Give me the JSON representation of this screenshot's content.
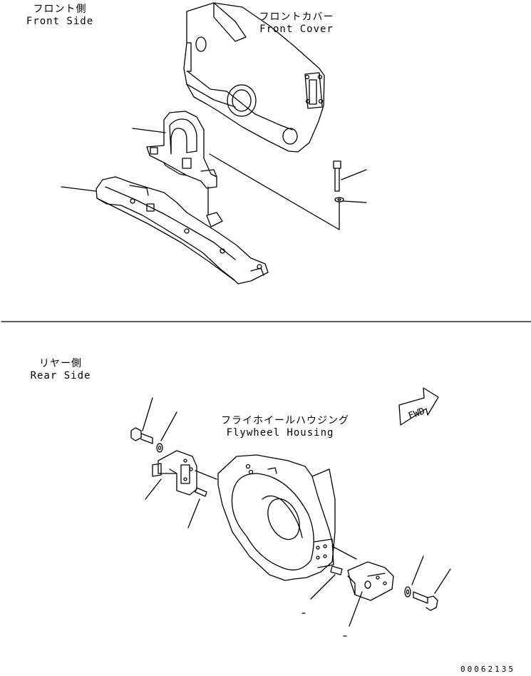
{
  "front_side": {
    "jp": "フロント側",
    "en": "Front Side"
  },
  "front_cover": {
    "jp": "フロントカバー",
    "en": "Front Cover"
  },
  "rear_side": {
    "jp": "リヤー側",
    "en": "Rear Side"
  },
  "flywheel_housing": {
    "jp": "フライホイールハウジング",
    "en": "Flywheel Housing"
  },
  "fwd_arrow": {
    "label": "FWD"
  },
  "drawing_number": "00062135"
}
